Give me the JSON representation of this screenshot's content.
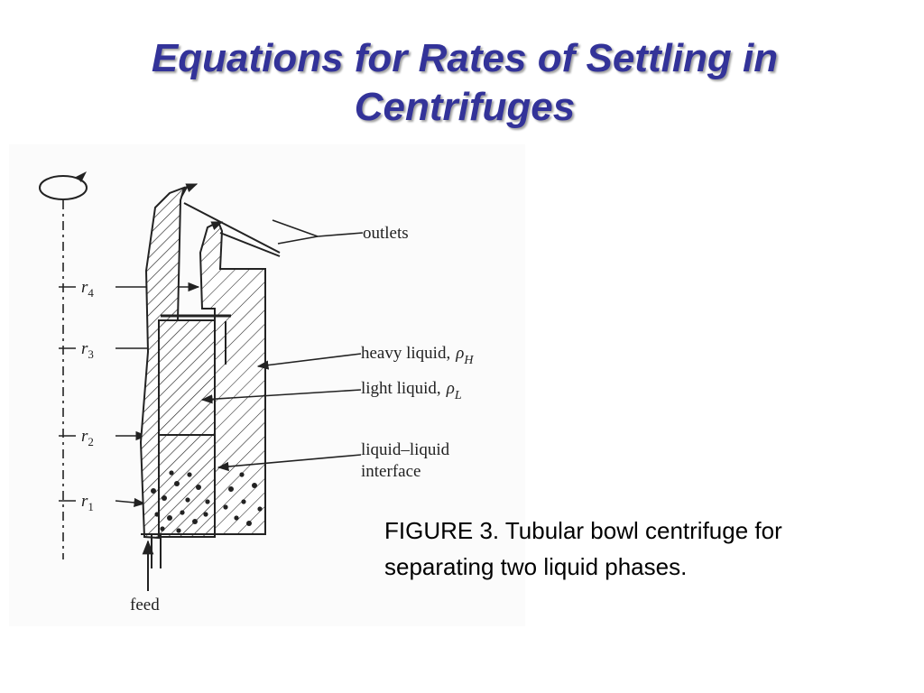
{
  "slide": {
    "title_line1": "Equations for Rates of Settling in",
    "title_line2": "Centrifuges",
    "caption_line1": "FIGURE 3. Tubular bowl centrifuge for",
    "caption_line2": "separating two liquid phases.",
    "title_color": "#333399"
  },
  "diagram": {
    "labels": {
      "outlets": "outlets",
      "heavy_liquid": "heavy liquid,",
      "light_liquid": "light liquid,",
      "interface_line1": "liquid–liquid",
      "interface_line2": "interface",
      "feed": "feed",
      "rho": "ρ",
      "sub_h": "H",
      "sub_l": "L",
      "r": "r",
      "r4_sub": "4",
      "r3_sub": "3",
      "r2_sub": "2",
      "r1_sub": "1"
    }
  }
}
